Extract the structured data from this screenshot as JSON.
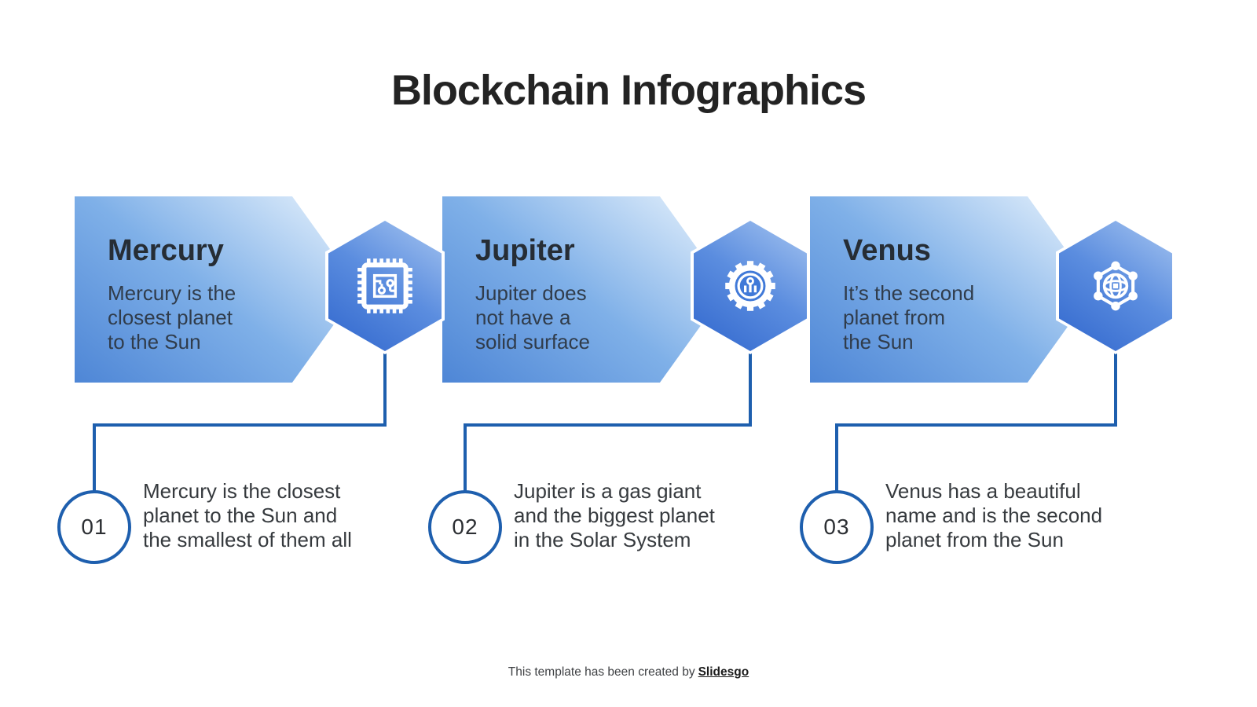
{
  "title": "Blockchain Infographics",
  "cards": [
    {
      "name": "Mercury",
      "description": "Mercury is the\nclosest planet\nto the Sun",
      "icon": "chip-icon"
    },
    {
      "name": "Jupiter",
      "description": "Jupiter does\nnot have a\nsolid surface",
      "icon": "gear-icon"
    },
    {
      "name": "Venus",
      "description": "It’s the second\nplanet from\nthe Sun",
      "icon": "network-icon"
    }
  ],
  "steps": [
    {
      "number": "01",
      "text": "Mercury is the closest\nplanet to the Sun and\nthe smallest of them all"
    },
    {
      "number": "02",
      "text": "Jupiter is a gas giant\nand the biggest planet\nin the Solar System"
    },
    {
      "number": "03",
      "text": "Venus has a beautiful\nname and is the second\nplanet from the Sun"
    }
  ],
  "footer": {
    "prefix": "This template has been created by",
    "brand": "Slidesgo"
  },
  "colors": {
    "connector_blue": "#1e5fae",
    "card_gradient_dark": "#4e86d6",
    "card_gradient_light": "#eaf4fd",
    "hex_gradient_light": "#a6c5f0",
    "hex_gradient_dark": "#3066cd",
    "title_text": "#232323",
    "body_text": "#303c4b"
  }
}
